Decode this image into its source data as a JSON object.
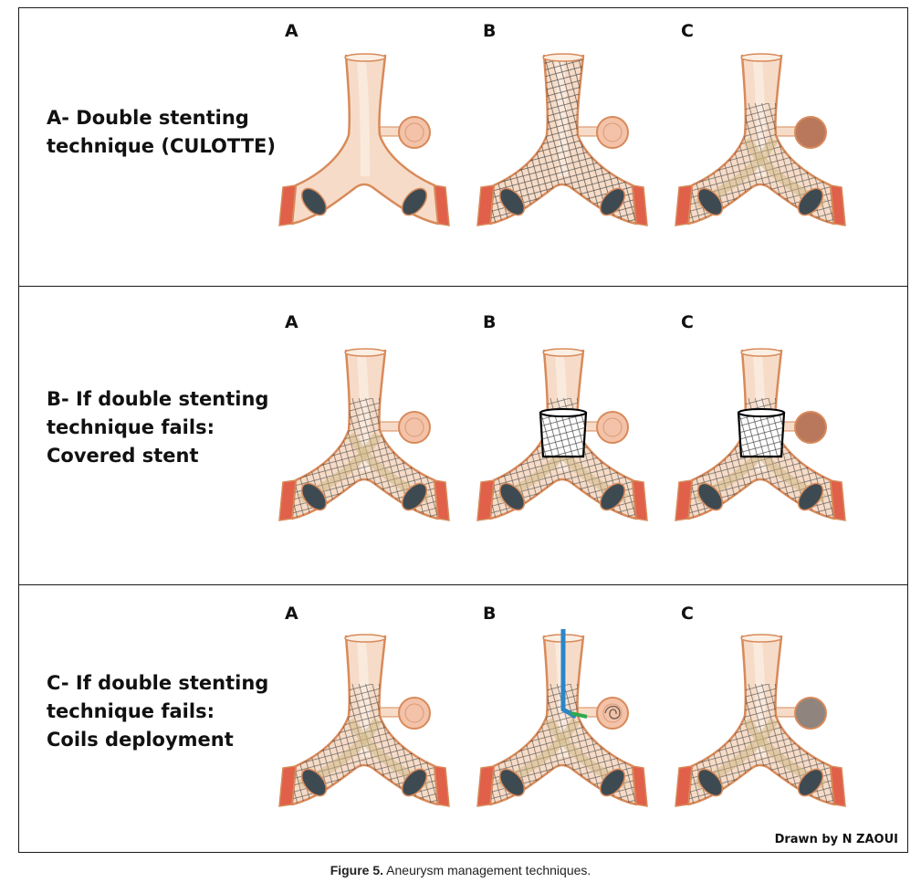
{
  "rows": [
    {
      "title_lines": [
        "A- Double stenting",
        "technique (CULOTTE)"
      ],
      "panels": [
        {
          "label": "A",
          "stent": "none",
          "aneurysm": "open",
          "covered": false,
          "coil": false
        },
        {
          "label": "B",
          "stent": "wire",
          "aneurysm": "open",
          "covered": false,
          "coil": false
        },
        {
          "label": "C",
          "stent": "double",
          "aneurysm": "thrombosed",
          "covered": false,
          "coil": false
        }
      ]
    },
    {
      "title_lines": [
        "B- If double stenting",
        "technique fails:",
        "Covered stent"
      ],
      "panels": [
        {
          "label": "A",
          "stent": "double",
          "aneurysm": "open",
          "covered": false,
          "coil": false
        },
        {
          "label": "B",
          "stent": "double",
          "aneurysm": "open",
          "covered": true,
          "coil": false
        },
        {
          "label": "C",
          "stent": "double",
          "aneurysm": "thrombosed",
          "covered": true,
          "coil": false
        }
      ]
    },
    {
      "title_lines": [
        "C- If double stenting",
        "technique fails:",
        "Coils deployment"
      ],
      "panels": [
        {
          "label": "A",
          "stent": "double",
          "aneurysm": "open",
          "covered": false,
          "coil": false
        },
        {
          "label": "B",
          "stent": "double",
          "aneurysm": "coiling",
          "covered": false,
          "coil": true
        },
        {
          "label": "C",
          "stent": "double",
          "aneurysm": "coiled",
          "covered": false,
          "coil": false
        }
      ]
    }
  ],
  "credit": "Drawn by N ZAOUI",
  "caption": {
    "label": "Figure 5.",
    "text": " Aneurysm management techniques."
  },
  "colors": {
    "vessel_fill": "#f6dcc8",
    "vessel_edge": "#d88a5a",
    "vessel_lumen": "#fbeee2",
    "branch_end": "#e0604a",
    "ostium": "#3e4a52",
    "aneurysm_open": "#f3c2a8",
    "aneurysm_thrombosed": "#b9785c",
    "aneurysm_coiled": "#8f857e",
    "stent_mesh": "#333333",
    "catheter": "#2a86c8",
    "catheter_tip": "#2fa84f"
  }
}
